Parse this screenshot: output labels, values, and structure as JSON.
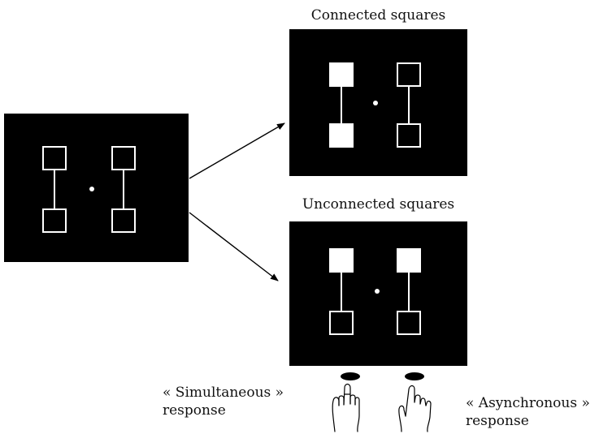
{
  "labels": {
    "connected_title": "Connected squares",
    "unconnected_title": "Unconnected squares",
    "simultaneous_line1": "« Simultaneous »",
    "simultaneous_line2": "response",
    "asynchronous_line1": "« Asynchronous »",
    "asynchronous_line2": "response"
  },
  "colors": {
    "panel_background": "#000000",
    "stimulus": "#ffffff",
    "arrow": "#000000",
    "text": "#111111"
  },
  "icons": {
    "response_key": "oval-key-icon",
    "hand": "pointing-hand-icon"
  },
  "displays": {
    "initial": {
      "filled": [
        "none"
      ]
    },
    "connected": {
      "filled": [
        "left-top",
        "left-bottom"
      ]
    },
    "unconnected": {
      "filled": [
        "left-top",
        "right-top"
      ]
    }
  }
}
